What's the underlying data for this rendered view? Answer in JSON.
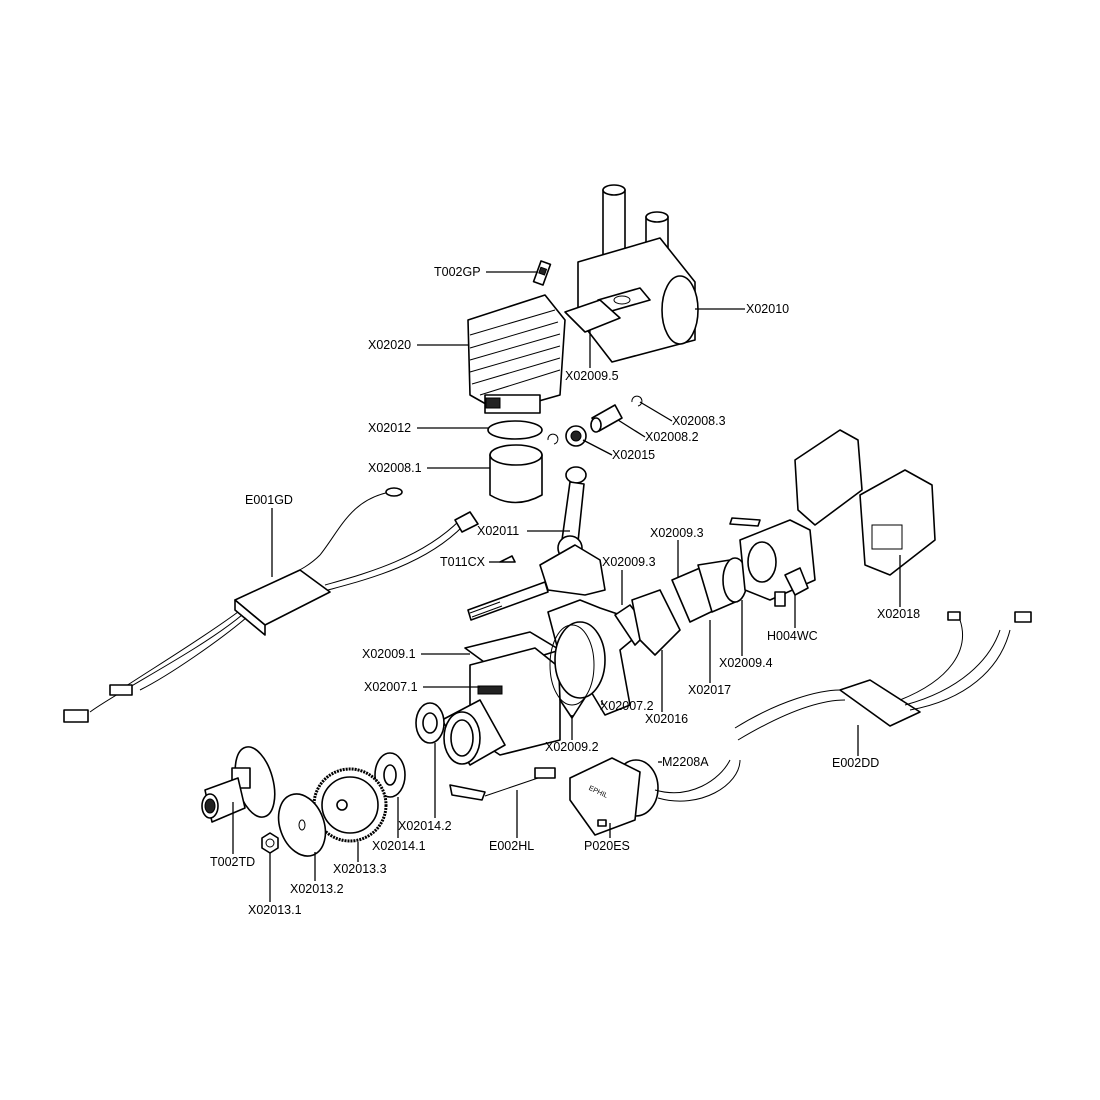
{
  "title": "Engine exploded parts diagram",
  "labels": {
    "T002GP": "T002GP",
    "X02010": "X02010",
    "X02020": "X02020",
    "X02009_5": "X02009.5",
    "X02008_3": "X02008.3",
    "X02008_2": "X02008.2",
    "X02012": "X02012",
    "X02015": "X02015",
    "X02008_1": "X02008.1",
    "E001GD": "E001GD",
    "X02011": "X02011",
    "T011CX": "T011CX",
    "X02009_3a": "X02009.3",
    "X02009_3b": "X02009.3",
    "X02018": "X02018",
    "H004WC": "H004WC",
    "X02009_1": "X02009.1",
    "X02007_1": "X02007.1",
    "X02009_4": "X02009.4",
    "X02017": "X02017",
    "X02016": "X02016",
    "X02007_2": "X02007.2",
    "X02009_2": "X02009.2",
    "M2208A": "M2208A",
    "E002DD": "E002DD",
    "X02014_2": "X02014.2",
    "X02014_1": "X02014.1",
    "E002HL": "E002HL",
    "P020ES": "P020ES",
    "T002TD": "T002TD",
    "X02013_3": "X02013.3",
    "X02013_2": "X02013.2",
    "X02013_1": "X02013.1"
  },
  "motor_label": "EPHIL"
}
